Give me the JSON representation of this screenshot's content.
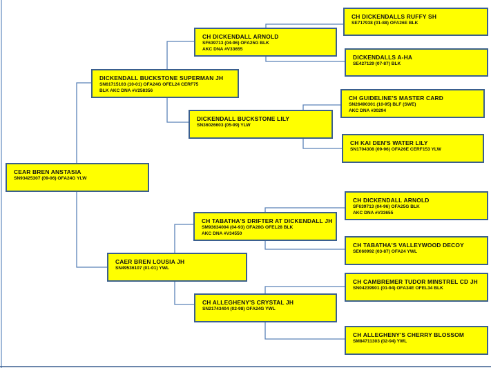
{
  "colors": {
    "box_fill": "#ffff00",
    "box_border": "#3a5f8f",
    "connector": "#5b82b8"
  },
  "dogs": {
    "subject": {
      "name": "CEAR BREN ANSTASIA",
      "info": [
        "SN93425307 (09-06) OFA24G YLW"
      ]
    },
    "sire": {
      "name": "DICKENDALL BUCKSTONE SUPERMAN  JH",
      "info": [
        "SN61715103 (10-01) OFA24G OFEL24 CERF75",
        "BLK  AKC DNA #V258356"
      ]
    },
    "dam": {
      "name": "CAER BREN LOUSIA JH",
      "info": [
        "SN49536107 (01-01)  YWL"
      ]
    },
    "sire_sire": {
      "name": "CH DICKENDALL ARNOLD",
      "info": [
        "SF639713 (04-96) OFA25G BLK",
        "AKC DNA #V33655"
      ]
    },
    "sire_dam": {
      "name": "DICKENDALL BUCKSTONE LILY",
      "info": [
        "SN36026603 (05-99) YLW"
      ]
    },
    "dam_sire": {
      "name": "CH TABATHA'S DRIFTER AT DICKENDALL  JH",
      "info": [
        "SM93634004 (04-93) OFA28G  OFEL28  BLK",
        "AKC DNA #V34550"
      ]
    },
    "dam_dam": {
      "name": "CH ALLEGHENY'S CRYSTAL JH",
      "info": [
        "SN21743404 (02-98) OFA24G YWL"
      ]
    },
    "ss_sire": {
      "name": "CH DICKENDALLS RUFFY SH",
      "info": [
        "SE717938  (01-88) OFA26E BLK"
      ]
    },
    "ss_dam": {
      "name": "DICKENDALLS A-HA",
      "info": [
        "SE427129 (07-87)  BLK"
      ]
    },
    "sd_sire": {
      "name": "CH GUIDELINE'S MASTER CARD",
      "info": [
        "SN26490301 (10-95) BLF (SWE)",
        "AKC DNA #30294"
      ]
    },
    "sd_dam": {
      "name": "CH KAI DEN'S WATER LILY",
      "info": [
        "SN1704308 (09-96) OFA26E CERF153  YLW"
      ]
    },
    "ds_sire": {
      "name": "CH DICKENDALL ARNOLD",
      "info": [
        "SF639713 (04-96)  OFA25G  BLK",
        "AKC DNA #V33655"
      ]
    },
    "ds_dam": {
      "name": "CH TABATHA'S VALLEYWOOD DECOY",
      "info": [
        "SE060992 (03-87) OFA24 YWL"
      ]
    },
    "dd_sire": {
      "name": "CH CAMBREMER TUDOR MINSTREL CD JH",
      "info": [
        "SN04239901 (01-94) OFA34E OFEL34  BLK"
      ]
    },
    "dd_dam": {
      "name": "CH ALLEGHENY'S CHERRY BLOSSOM",
      "info": [
        "SM84711303 (02-94) YWL"
      ]
    }
  }
}
